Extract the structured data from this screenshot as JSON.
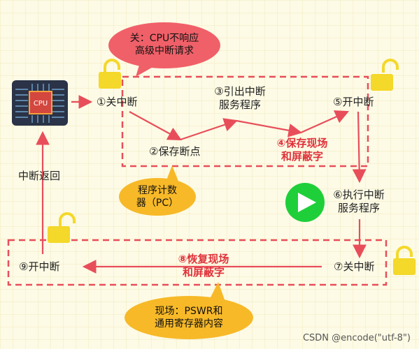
{
  "bubbles": {
    "top_red": [
      "关：CPU不响应",
      "高级中断请求"
    ],
    "pc_note": [
      "程序计数",
      "器（PC）"
    ],
    "scene_note": [
      "现场：PSWR和",
      "通用寄存器内容"
    ]
  },
  "cpu": {
    "chip_label": "CPU"
  },
  "steps": {
    "s1": "①关中断",
    "s2": "②保存断点",
    "s3": [
      "③引出中断",
      "服务程序"
    ],
    "s4": [
      "④保存现场",
      "和屏蔽字"
    ],
    "s5": "⑤开中断",
    "s6": [
      "⑥执行中断",
      "服务程序"
    ],
    "s7": "⑦关中断",
    "s8": [
      "⑧恢复现场",
      "和屏蔽字"
    ],
    "s9": "⑨开中断"
  },
  "return_label": "中断返回",
  "watermark": "CSDN @encode(\"utf-8\")",
  "colors": {
    "red": "#e84e5a",
    "bubble_red": "#f06068",
    "bubble_yellow": "#f7b928",
    "lock": "#f4d82a",
    "play": "#1fcf3a"
  }
}
